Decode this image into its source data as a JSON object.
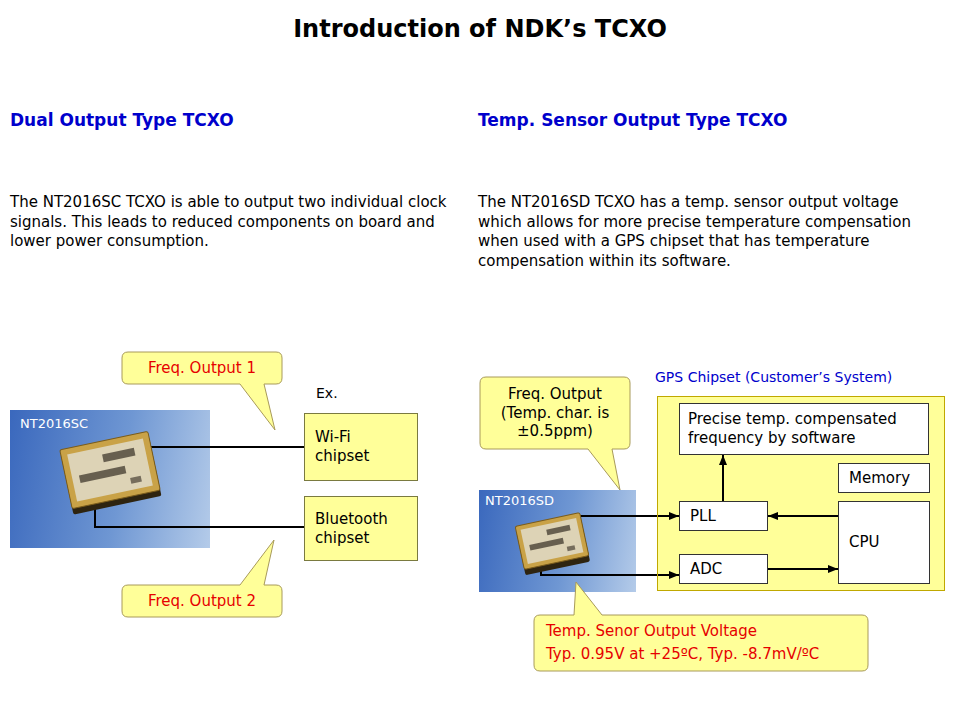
{
  "diagram": {
    "title": "Introduction of NDK’s TCXO",
    "nodes": [
      {
        "text": [
          "Freq. Output 1"
        ]
      },
      {
        "text": [
          "NT2016SC"
        ]
      },
      {
        "text": [
          "Wi-Fi chipset"
        ]
      },
      {
        "text": [
          "Bluetooth chipset"
        ]
      },
      {
        "text": [
          "Freq. Output 2"
        ]
      },
      {
        "text": [
          "Freq. Output (Temp. char. is ±0.5ppm)"
        ]
      },
      {
        "text": [
          "GPS Chipset (Customer’s System)"
        ]
      },
      {
        "text": [
          "Precise temp. compensated frequency by software"
        ],
        "in": 6
      },
      {
        "text": [
          "Memory"
        ],
        "in": 6
      },
      {
        "text": [
          "NT2016SD"
        ]
      },
      {
        "text": [
          "PLL"
        ],
        "in": 6
      },
      {
        "text": [
          "CPU"
        ],
        "in": 6
      },
      {
        "text": [
          "ADC"
        ],
        "in": 6
      },
      {
        "text": [
          "Temp. Senor Output Voltage",
          "Typ. 0.95V at +25ºC, Typ. -8.7mV/ºC"
        ]
      }
    ],
    "edges": [
      {
        "from": 1,
        "to": 2,
        "arrow": "none"
      },
      {
        "from": 1,
        "to": 3,
        "arrow": "none"
      },
      {
        "from": 9,
        "to": 10,
        "arrow": "to"
      },
      {
        "from": 9,
        "to": 12,
        "arrow": "to"
      },
      {
        "from": 10,
        "to": 7,
        "arrow": "to"
      },
      {
        "from": 11,
        "to": 10,
        "arrow": "to"
      },
      {
        "from": 12,
        "to": 11,
        "arrow": "to"
      }
    ],
    "labels": [
      "Dual Output Type TCXO",
      "Temp. Sensor Output Type TCXO",
      "The NT2016SC TCXO is able to output two individual clock signals. This leads to reduced components on board and lower power consumption.",
      "The NT2016SD TCXO has a temp. sensor output voltage which allows for more precise temperature compensation when used with a GPS chipset that has temperature compensation within its software.",
      "Ex."
    ]
  }
}
